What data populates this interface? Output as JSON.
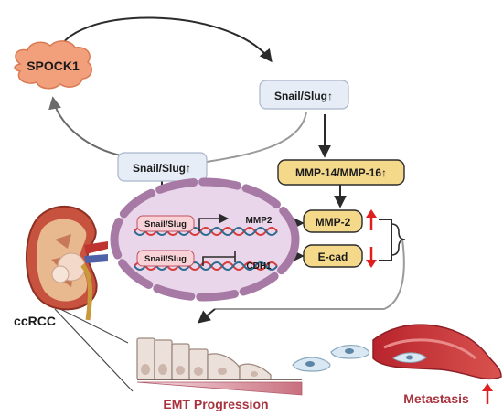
{
  "nodes": {
    "spock1": "SPOCK1",
    "snail_slug_top": "Snail/Slug↑",
    "snail_slug_left": "Snail/Slug↑",
    "mmp14_16": "MMP-14/MMP-16↑",
    "mmp2_box": "MMP-2",
    "ecad_box": "E-cad"
  },
  "nucleus": {
    "tf1": "Snail/Slug",
    "tf2": "Snail/Slug",
    "gene1": "MMP2",
    "gene2": "CDH1"
  },
  "labels": {
    "ccrcc": "ccRCC",
    "emt": "EMT Progression",
    "metastasis": "Metastasis"
  },
  "colors": {
    "spock1_fill": "#f2a07b",
    "snail_fill": "#e7edf6",
    "mmp_fill": "#f5d98b",
    "nucleus_fill": "#ead6ea",
    "nucleus_ring": "#a77aa6",
    "up_arrow": "#e02020",
    "down_arrow": "#e02020",
    "emt_text": "#a8323d",
    "metastasis_text": "#a8323d"
  },
  "icons": [
    "kidney-illustration",
    "cell-layer-illustration",
    "migrating-cell-illustration",
    "blood-vessel-illustration",
    "dna-helix-icon"
  ]
}
